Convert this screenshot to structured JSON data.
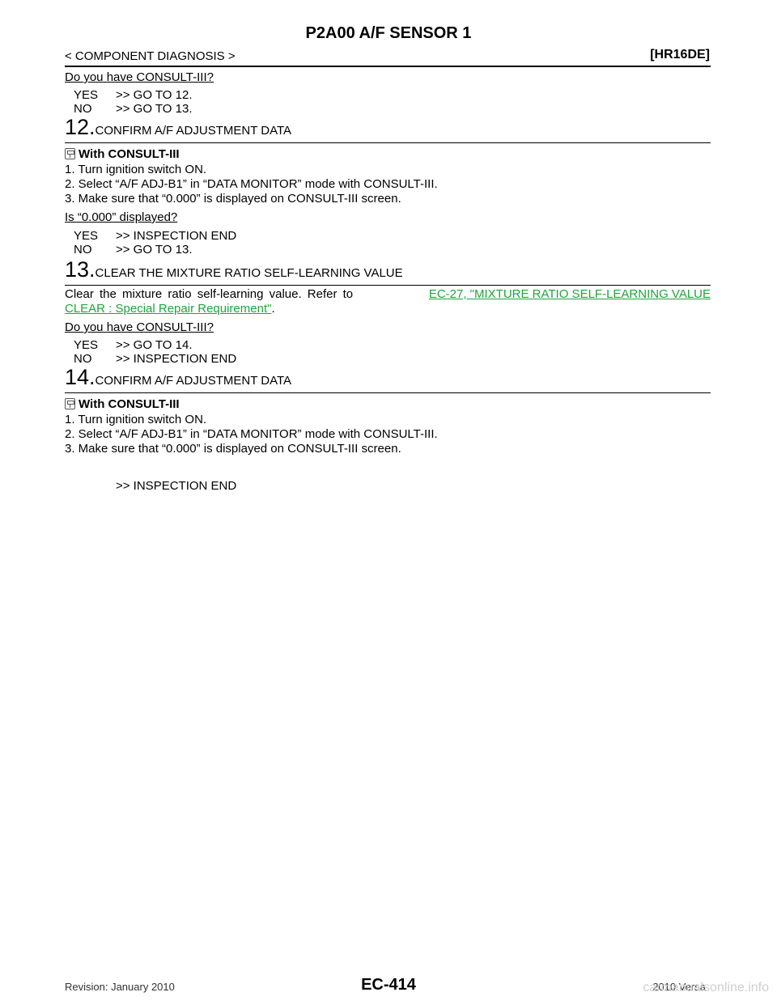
{
  "header": {
    "title": "P2A00 A/F SENSOR 1",
    "section": "< COMPONENT DIAGNOSIS >",
    "model": "[HR16DE]"
  },
  "q1": {
    "question": "Do you have CONSULT-III?",
    "yes_key": "YES",
    "yes_val": ">> GO TO 12.",
    "no_key": "NO",
    "no_val": ">> GO TO 13."
  },
  "step12": {
    "num": "12.",
    "title": "CONFIRM A/F ADJUSTMENT DATA",
    "icon": "consult-tool-icon",
    "tool_label": "With CONSULT-III",
    "items": [
      "1.   Turn ignition switch ON.",
      "2.   Select “A/F ADJ-B1” in “DATA MONITOR” mode with CONSULT-III.",
      "3.   Make sure that “0.000” is displayed on CONSULT-III screen."
    ],
    "question": "Is “0.000” displayed?",
    "yes_key": "YES",
    "yes_val": ">> INSPECTION END",
    "no_key": "NO",
    "no_val": ">> GO TO 13."
  },
  "step13": {
    "num": "13.",
    "title": "CLEAR THE MIXTURE RATIO SELF-LEARNING VALUE",
    "text": "Clear the mixture ratio self-learning value. Refer to",
    "link1": "EC-27, \"MIXTURE RATIO SELF-LEARNING VALUE",
    "link2": "CLEAR : Special Repair Requirement\"",
    "period": ".",
    "question": "Do you have CONSULT-III?",
    "yes_key": "YES",
    "yes_val": ">> GO TO 14.",
    "no_key": "NO",
    "no_val": ">> INSPECTION END"
  },
  "step14": {
    "num": "14.",
    "title": "CONFIRM A/F ADJUSTMENT DATA",
    "icon": "consult-tool-icon",
    "tool_label": "With CONSULT-III",
    "items": [
      "1.   Turn ignition switch ON.",
      "2.   Select “A/F ADJ-B1” in “DATA MONITOR” mode with CONSULT-III.",
      "3.   Make sure that “0.000” is displayed on CONSULT-III screen."
    ],
    "result": ">> INSPECTION END"
  },
  "footer": {
    "revision": "Revision: January 2010",
    "page": "EC-414",
    "edition": "2010 Versa",
    "watermark": "carmanualsonline.info"
  }
}
